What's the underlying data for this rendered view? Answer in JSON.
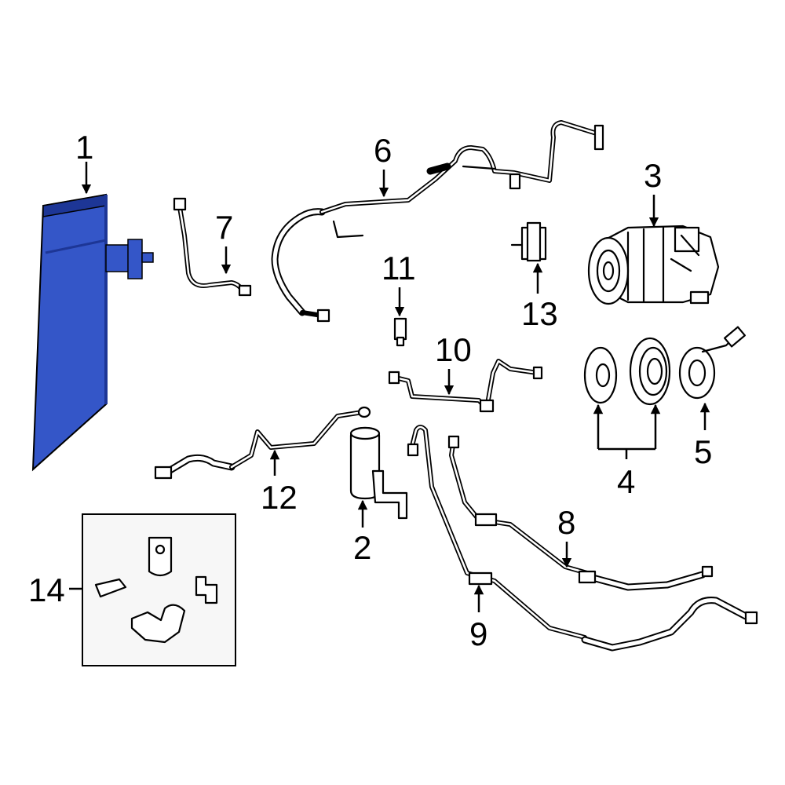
{
  "callouts": {
    "c1": "1",
    "c2": "2",
    "c3": "3",
    "c4": "4",
    "c5": "5",
    "c6": "6",
    "c7": "7",
    "c8": "8",
    "c9": "9",
    "c10": "10",
    "c11": "11",
    "c12": "12",
    "c13": "13",
    "c14": "14"
  },
  "colors": {
    "highlight": "#3456c8",
    "highlight_dark": "#1d3696",
    "line": "#000000",
    "inset_border": "#000000",
    "inset_bg": "#f7f7f7"
  }
}
